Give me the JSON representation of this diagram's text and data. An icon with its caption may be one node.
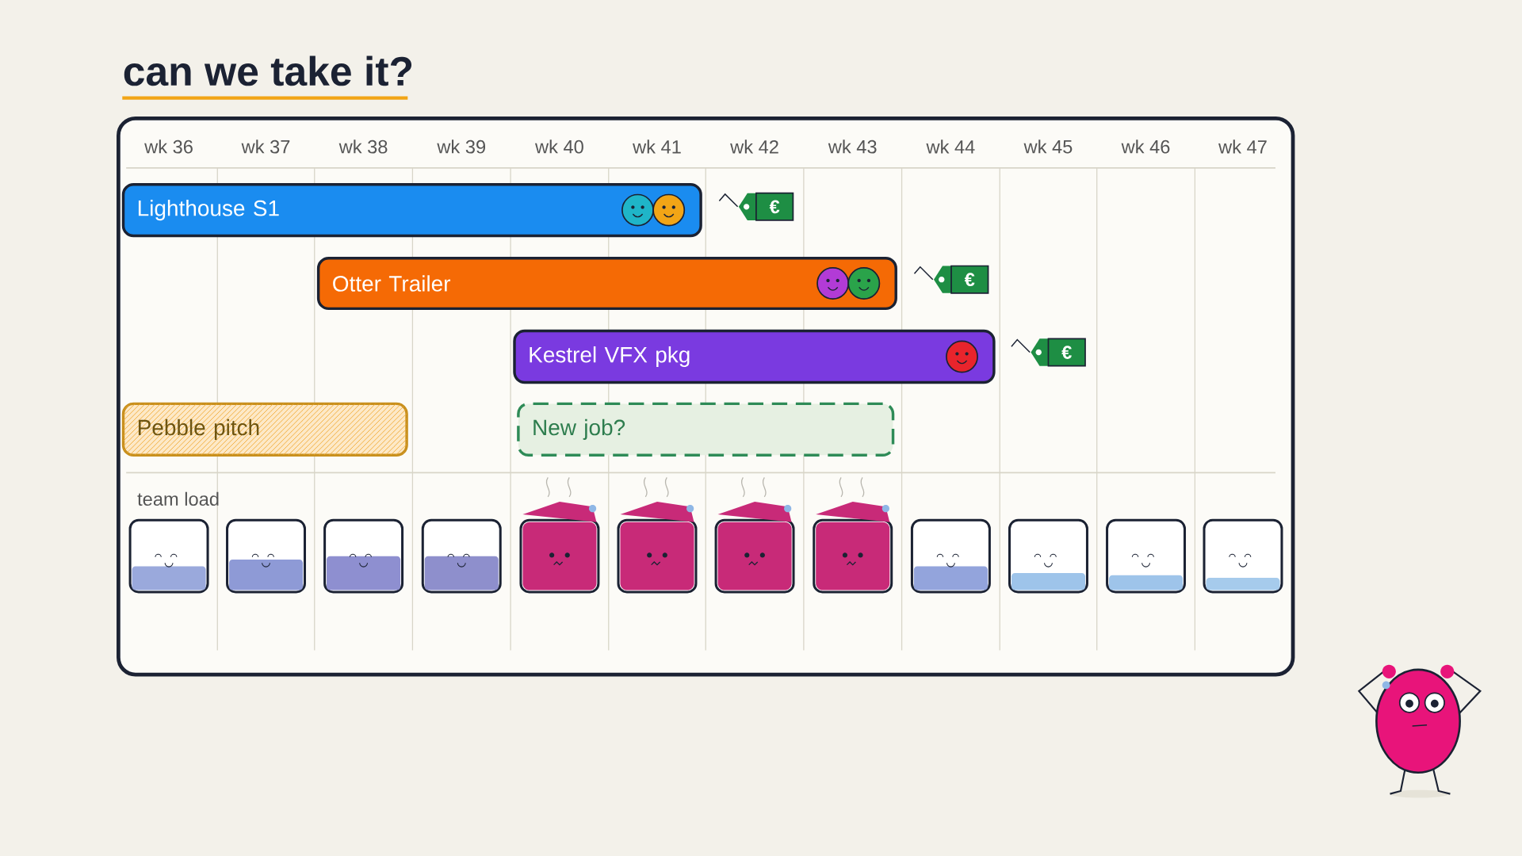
{
  "diagram": {
    "title": "can we take it?",
    "nodes": [
      {
        "text": [
          "Lighthouse S1"
        ]
      },
      {
        "text": [
          "Otter Trailer"
        ]
      },
      {
        "text": [
          "Kestrel VFX pkg"
        ]
      },
      {
        "text": [
          "Pebble pitch"
        ]
      },
      {
        "text": [
          "New job?"
        ]
      },
      {
        "text": [
          "€"
        ]
      },
      {
        "text": [
          "€"
        ]
      },
      {
        "text": [
          "€"
        ]
      },
      {
        "text": [],
        "shape": "box"
      },
      {
        "text": [],
        "shape": "box"
      },
      {
        "text": [],
        "shape": "box"
      },
      {
        "text": [],
        "shape": "box"
      },
      {
        "text": [],
        "shape": "box"
      },
      {
        "text": [],
        "shape": "box"
      },
      {
        "text": [],
        "shape": "box"
      },
      {
        "text": [],
        "shape": "box"
      },
      {
        "text": [],
        "shape": "box"
      },
      {
        "text": [],
        "shape": "box"
      },
      {
        "text": [],
        "shape": "box"
      },
      {
        "text": [],
        "shape": "box"
      }
    ],
    "edges": [],
    "labels": [
      "wk 36",
      "wk 37",
      "wk 38",
      "wk 39",
      "wk 40",
      "wk 41",
      "wk 42",
      "wk 43",
      "wk 44",
      "wk 45",
      "wk 46",
      "wk 47",
      "team load"
    ]
  }
}
